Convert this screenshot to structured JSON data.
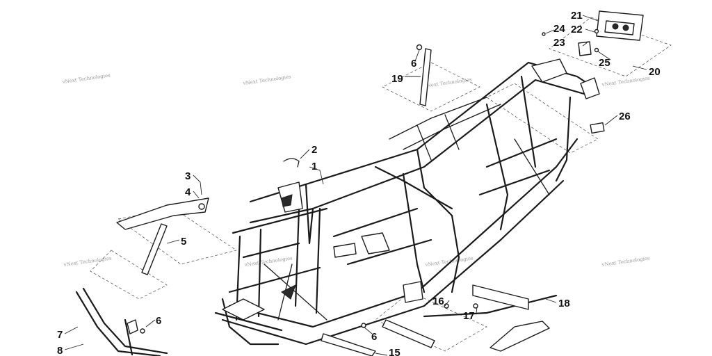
{
  "diagram": {
    "watermark_text": "vNext Technologies",
    "callouts": {
      "c1": "1",
      "c2": "2",
      "c3": "3",
      "c4": "4",
      "c5": "5",
      "c6a": "6",
      "c6b": "6",
      "c6c": "6",
      "c7": "7",
      "c8": "8",
      "c15": "15",
      "c16": "16",
      "c17": "17",
      "c18": "18",
      "c19": "19",
      "c20": "20",
      "c21": "21",
      "c22": "22",
      "c23": "23",
      "c24": "24",
      "c25": "25",
      "c26": "26"
    }
  }
}
